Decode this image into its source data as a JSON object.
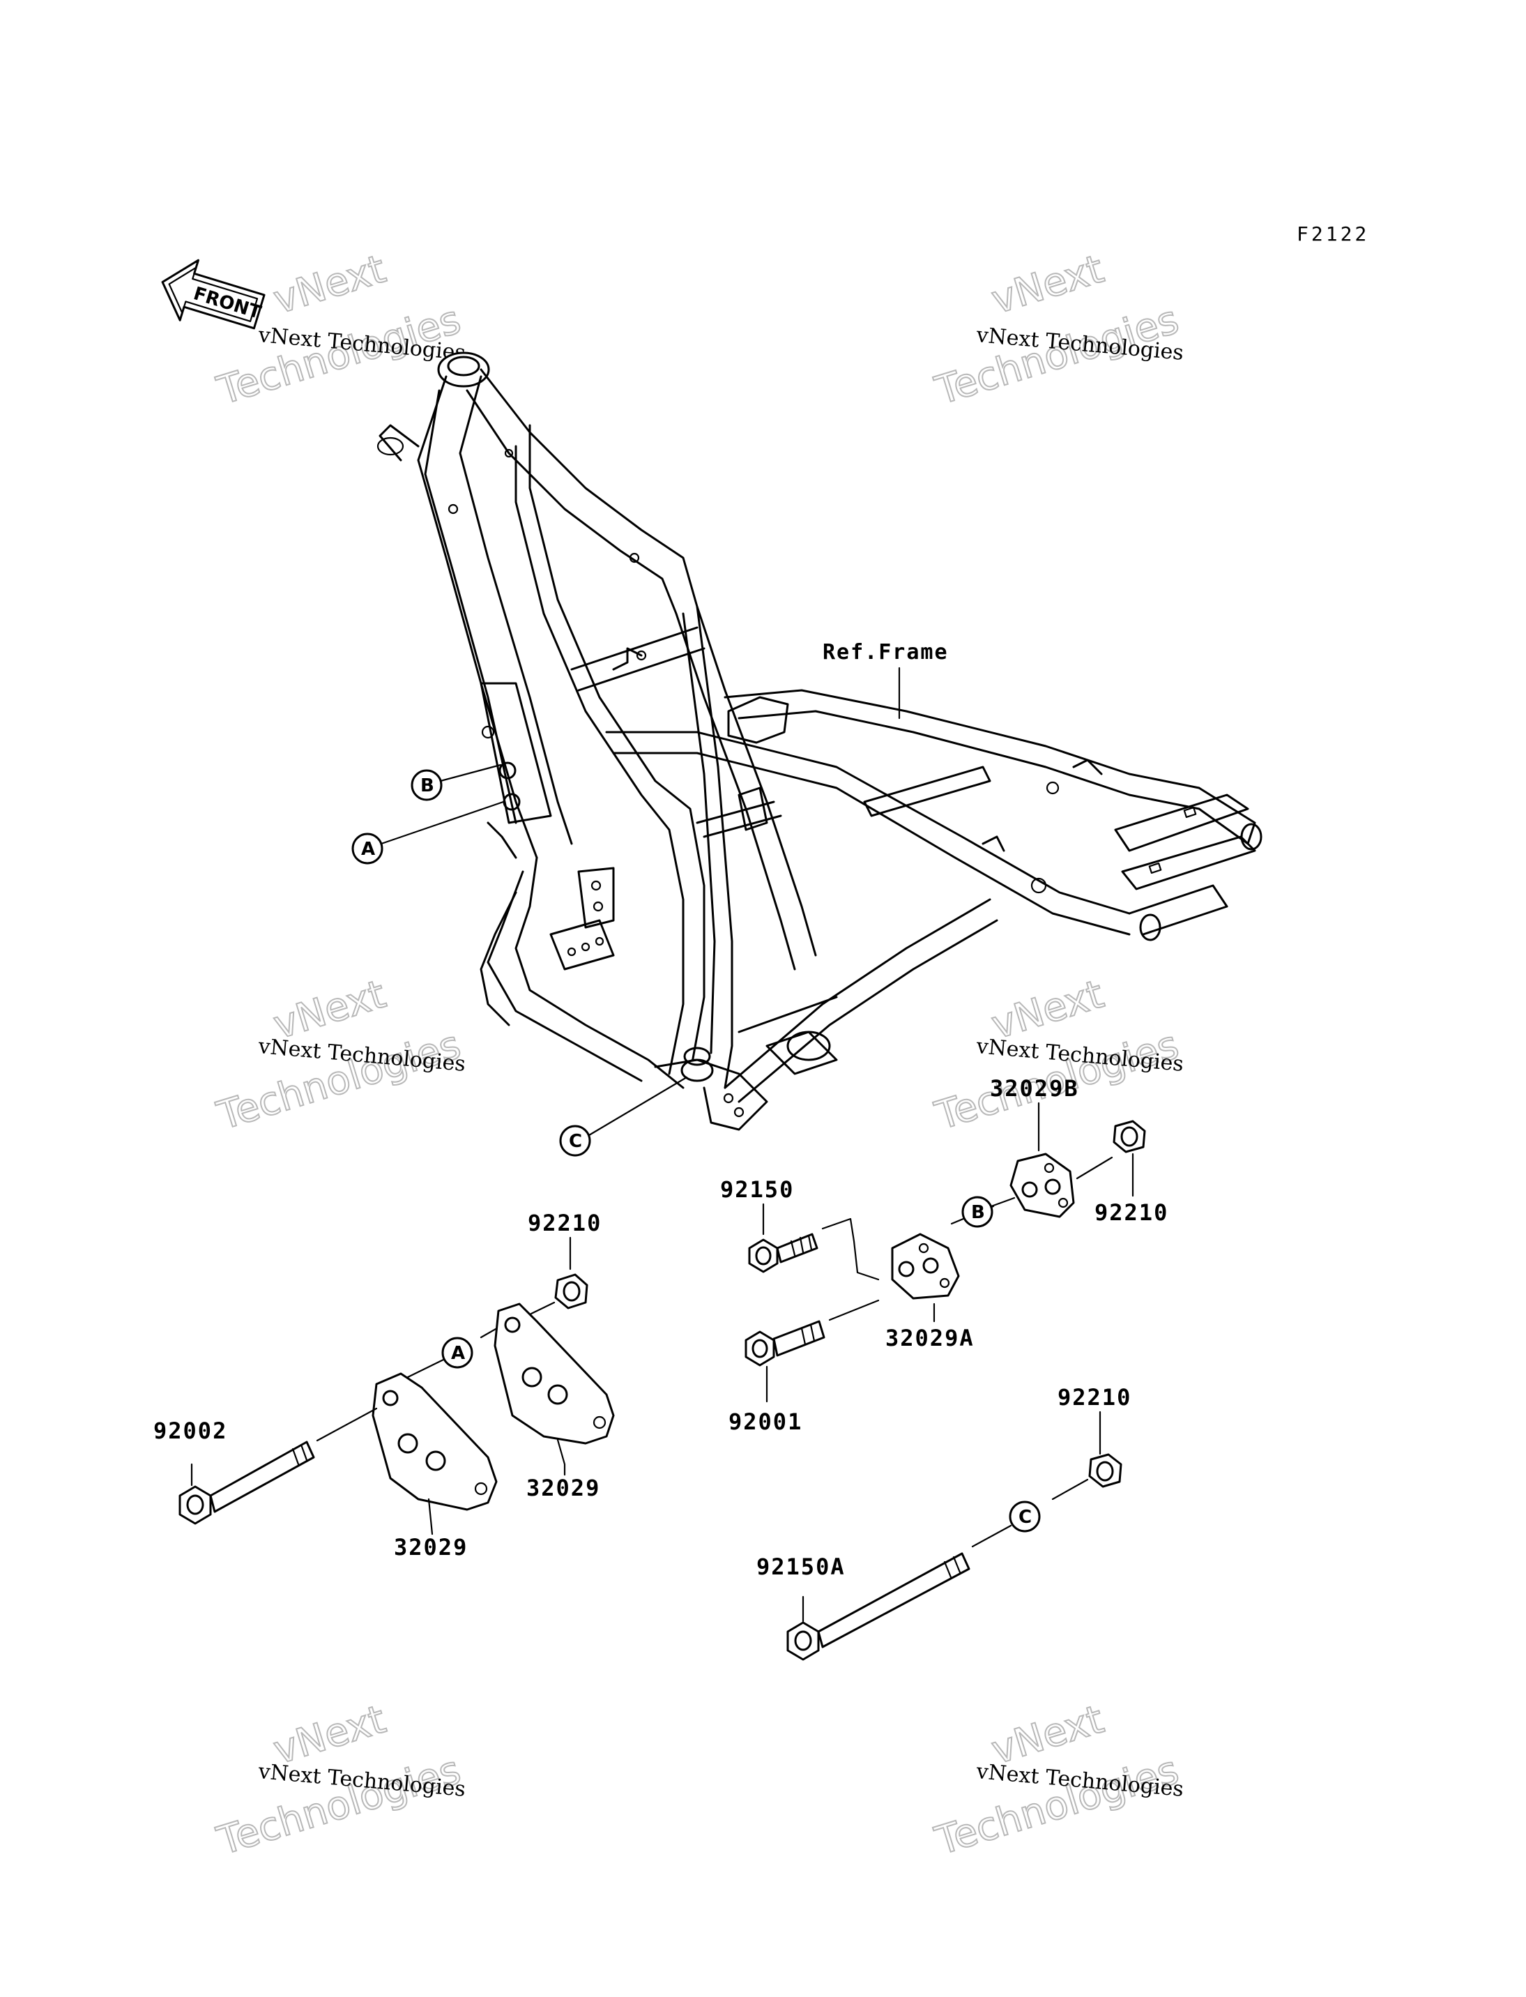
{
  "diagram_code": "F2122",
  "front_arrow_label": "FRONT",
  "reference_label": "Ref.Frame",
  "watermark": {
    "line": "vNext Technologies",
    "big_top": "vNext",
    "big_bottom": "Technologies"
  },
  "callouts": {
    "a": "A",
    "b": "B",
    "c": "C"
  },
  "parts": {
    "p32029b": "32029B",
    "p92210_top_right": "92210",
    "p92150": "92150",
    "p32029a": "32029A",
    "p92001": "92001",
    "p92210_left": "92210",
    "p92002": "92002",
    "p32029_inner": "32029",
    "p32029_outer": "32029",
    "p92210_bottom": "92210",
    "p92150a": "92150A"
  }
}
